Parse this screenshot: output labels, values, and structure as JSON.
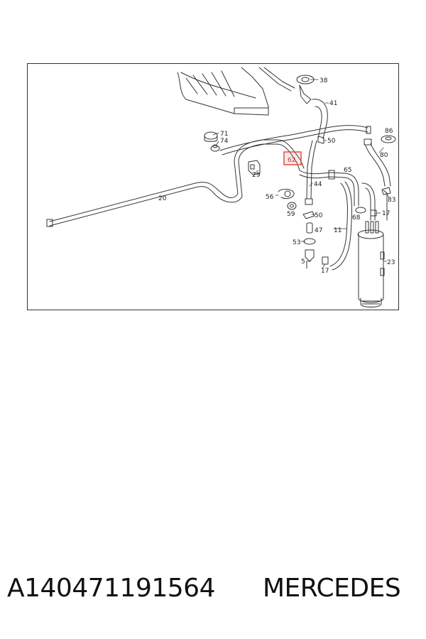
{
  "diagram": {
    "highlight_color": "#e74c3c",
    "line_color": "#333333",
    "highlighted_label": "62",
    "labels": [
      "38",
      "41",
      "71",
      "74",
      "86",
      "50",
      "80",
      "62",
      "65",
      "29",
      "20",
      "44",
      "56",
      "83",
      "59",
      "50",
      "68",
      "17",
      "47",
      "11",
      "53",
      "23",
      "5",
      "17"
    ]
  },
  "footer": {
    "part_number": "A140471191564",
    "brand": "MERCEDES"
  }
}
